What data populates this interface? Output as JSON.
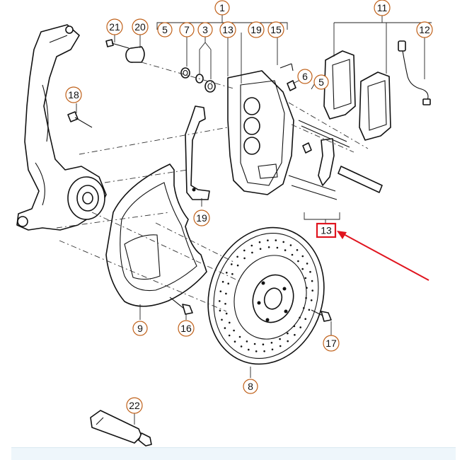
{
  "diagram": {
    "callouts": [
      {
        "id": "c1",
        "label": "1"
      },
      {
        "id": "c5a",
        "label": "5"
      },
      {
        "id": "c7",
        "label": "7"
      },
      {
        "id": "c3",
        "label": "3"
      },
      {
        "id": "c13a",
        "label": "13"
      },
      {
        "id": "c19a",
        "label": "19"
      },
      {
        "id": "c15",
        "label": "15"
      },
      {
        "id": "c11",
        "label": "11"
      },
      {
        "id": "c12",
        "label": "12"
      },
      {
        "id": "c21",
        "label": "21"
      },
      {
        "id": "c20",
        "label": "20"
      },
      {
        "id": "c6",
        "label": "6"
      },
      {
        "id": "c5b",
        "label": "5"
      },
      {
        "id": "c18",
        "label": "18"
      },
      {
        "id": "c19b",
        "label": "19"
      },
      {
        "id": "c9",
        "label": "9"
      },
      {
        "id": "c16",
        "label": "16"
      },
      {
        "id": "c17",
        "label": "17"
      },
      {
        "id": "c8",
        "label": "8"
      },
      {
        "id": "c22",
        "label": "22"
      }
    ],
    "highlight": {
      "label": "13",
      "box_color": "#e0141e"
    },
    "arrow_color": "#e0141e",
    "accent_color": "#c0611a"
  }
}
